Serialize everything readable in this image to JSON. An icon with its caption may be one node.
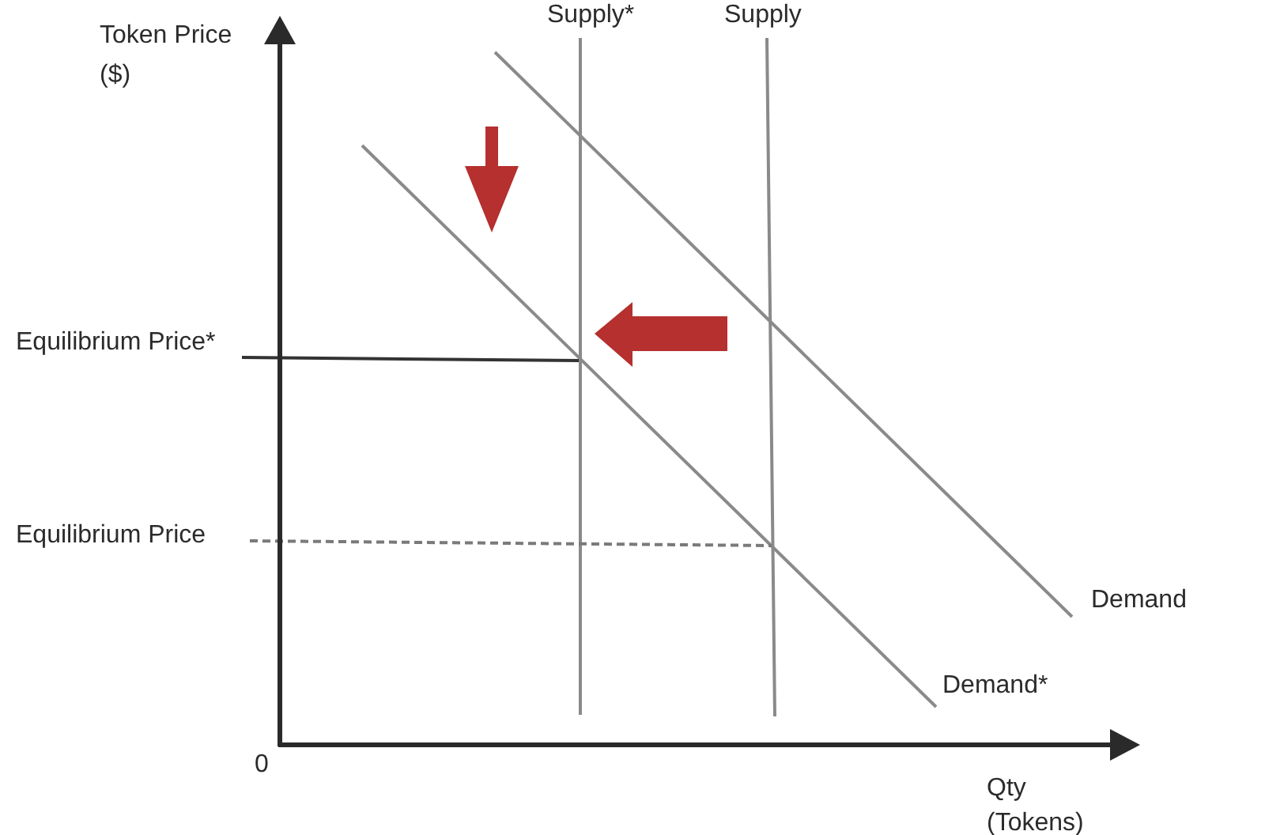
{
  "diagram": {
    "labels": [
      "Supply*",
      "Supply",
      "Token Price ($)",
      "Equilibrium Price*",
      "Equilibrium Price",
      "Demand",
      "Demand*",
      "0",
      "Qty (Tokens)"
    ]
  }
}
